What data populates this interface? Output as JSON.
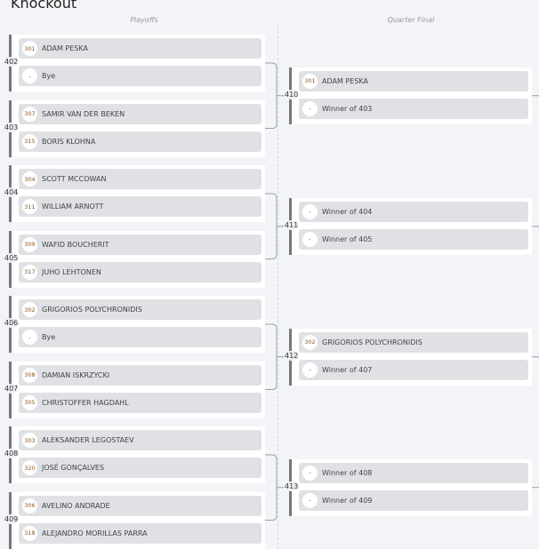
{
  "title": "Knockout",
  "rounds": [
    {
      "label": "Playoffs",
      "matches": [
        {
          "number": "402",
          "slots": [
            {
              "seed": "301",
              "name": "ADAM PESKA"
            },
            {
              "seed": "-",
              "name": "Bye"
            }
          ]
        },
        {
          "number": "403",
          "slots": [
            {
              "seed": "307",
              "name": "SAMIR VAN DER BEKEN"
            },
            {
              "seed": "315",
              "name": "BORIS KLOHNA"
            }
          ]
        },
        {
          "number": "404",
          "slots": [
            {
              "seed": "304",
              "name": "SCOTT MCCOWAN"
            },
            {
              "seed": "311",
              "name": "WILLIAM ARNOTT"
            }
          ]
        },
        {
          "number": "405",
          "slots": [
            {
              "seed": "309",
              "name": "WAFID BOUCHERIT"
            },
            {
              "seed": "317",
              "name": "JUHO LEHTONEN"
            }
          ]
        },
        {
          "number": "406",
          "slots": [
            {
              "seed": "302",
              "name": "GRIGORIOS POLYCHRONIDIS"
            },
            {
              "seed": "-",
              "name": "Bye"
            }
          ]
        },
        {
          "number": "407",
          "slots": [
            {
              "seed": "308",
              "name": "DAMIAN ISKRZYCKI"
            },
            {
              "seed": "305",
              "name": "CHRISTOFFER HAGDAHL"
            }
          ]
        },
        {
          "number": "408",
          "slots": [
            {
              "seed": "303",
              "name": "ALEKSANDER LEGOSTAEV"
            },
            {
              "seed": "320",
              "name": "JOSÉ GONÇALVES"
            }
          ]
        },
        {
          "number": "409",
          "slots": [
            {
              "seed": "306",
              "name": "AVELINO ANDRADE"
            },
            {
              "seed": "318",
              "name": "ALEJANDRO MORILLAS PARRA"
            }
          ]
        }
      ]
    },
    {
      "label": "Quarter Final",
      "matches": [
        {
          "number": "410",
          "slots": [
            {
              "seed": "301",
              "name": "ADAM PESKA"
            },
            {
              "seed": "-",
              "name": "Winner of 403"
            }
          ]
        },
        {
          "number": "411",
          "slots": [
            {
              "seed": "-",
              "name": "Winner of 404"
            },
            {
              "seed": "-",
              "name": "Winner of 405"
            }
          ]
        },
        {
          "number": "412",
          "slots": [
            {
              "seed": "302",
              "name": "GRIGORIOS POLYCHRONIDIS"
            },
            {
              "seed": "-",
              "name": "Winner of 407"
            }
          ]
        },
        {
          "number": "413",
          "slots": [
            {
              "seed": "-",
              "name": "Winner of 408"
            },
            {
              "seed": "-",
              "name": "Winner of 409"
            }
          ]
        }
      ]
    }
  ]
}
